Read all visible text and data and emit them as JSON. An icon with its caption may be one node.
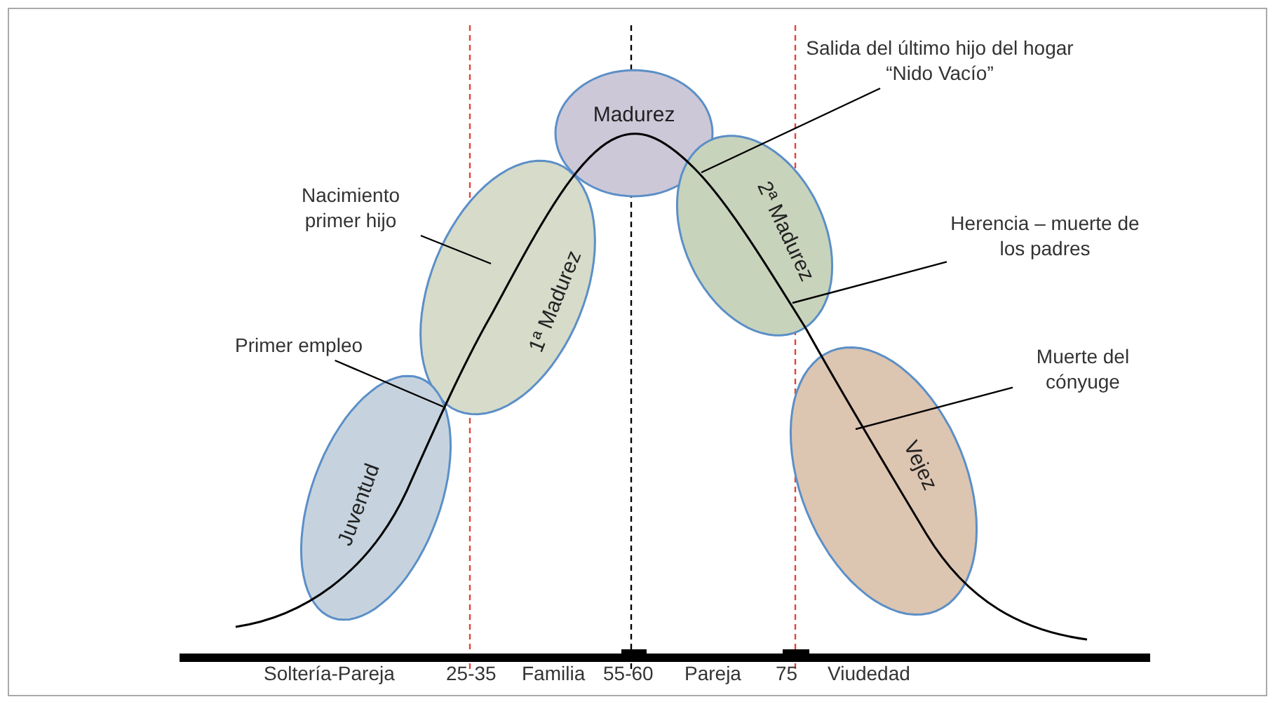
{
  "diagram": {
    "nodes": [
      {
        "text": [
          "Salida del último hijo del hogar “Nido Vacío”"
        ]
      },
      {
        "text": [
          "Madurez"
        ]
      },
      {
        "text": [
          "Nacimiento primer hijo"
        ]
      },
      {
        "text": [
          "1ª Madurez"
        ]
      },
      {
        "text": [
          "2ª Madurez"
        ]
      },
      {
        "text": [
          "Herencia – muerte de los padres"
        ]
      },
      {
        "text": [
          "Primer empleo"
        ]
      },
      {
        "text": [
          "Muerte del cónyuge"
        ]
      },
      {
        "text": [
          "Juventud"
        ]
      },
      {
        "text": [
          "Vejez"
        ]
      }
    ],
    "edges": [
      {
        "from": 0,
        "to": 1,
        "arrow": "none"
      },
      {
        "from": 2,
        "to": 3,
        "arrow": "none"
      },
      {
        "from": 5,
        "to": 4,
        "arrow": "none"
      },
      {
        "from": 6,
        "to": 8,
        "arrow": "none"
      },
      {
        "from": 7,
        "to": 9,
        "arrow": "none"
      }
    ],
    "labels": [
      "Soltería-Pareja",
      "25-35",
      "Familia",
      "55-60",
      "Pareja",
      "75",
      "Viudedad"
    ]
  }
}
